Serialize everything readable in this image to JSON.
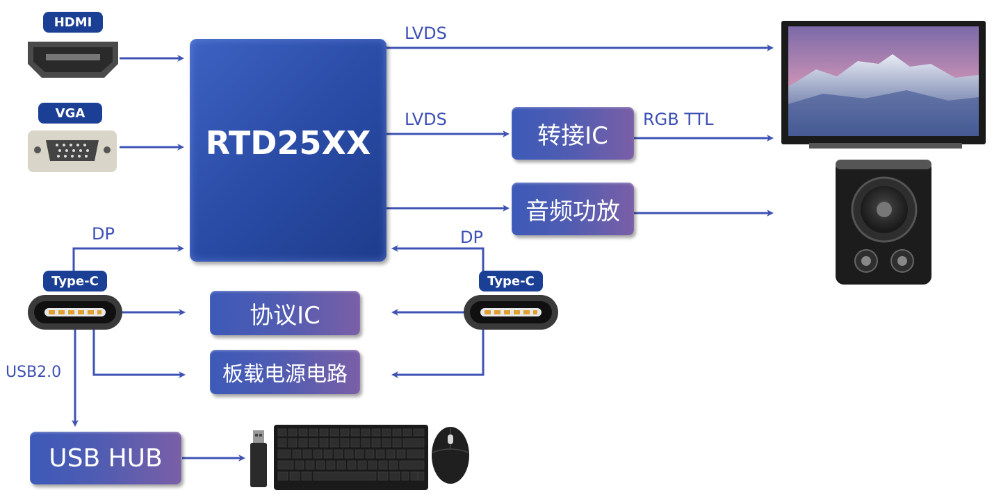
{
  "ports": {
    "hdmi": "HDMI",
    "vga": "VGA",
    "typec_left": "Type-C",
    "typec_right": "Type-C"
  },
  "chip": {
    "label": "RTD25XX"
  },
  "blocks": {
    "bridge_ic": "转接IC",
    "audio_amp": "音频功放",
    "protocol_ic": "协议IC",
    "power_circuit": "板载电源电路",
    "usb_hub": "USB HUB"
  },
  "signals": {
    "lvds_top": "LVDS",
    "lvds_mid": "LVDS",
    "rgb_ttl": "RGB TTL",
    "dp_left": "DP",
    "dp_right": "DP",
    "usb2": "USB2.0"
  },
  "colors": {
    "arrow": "#3d52b3",
    "tag_bg": "#1a3f95",
    "chip": "#2a4ca6"
  }
}
